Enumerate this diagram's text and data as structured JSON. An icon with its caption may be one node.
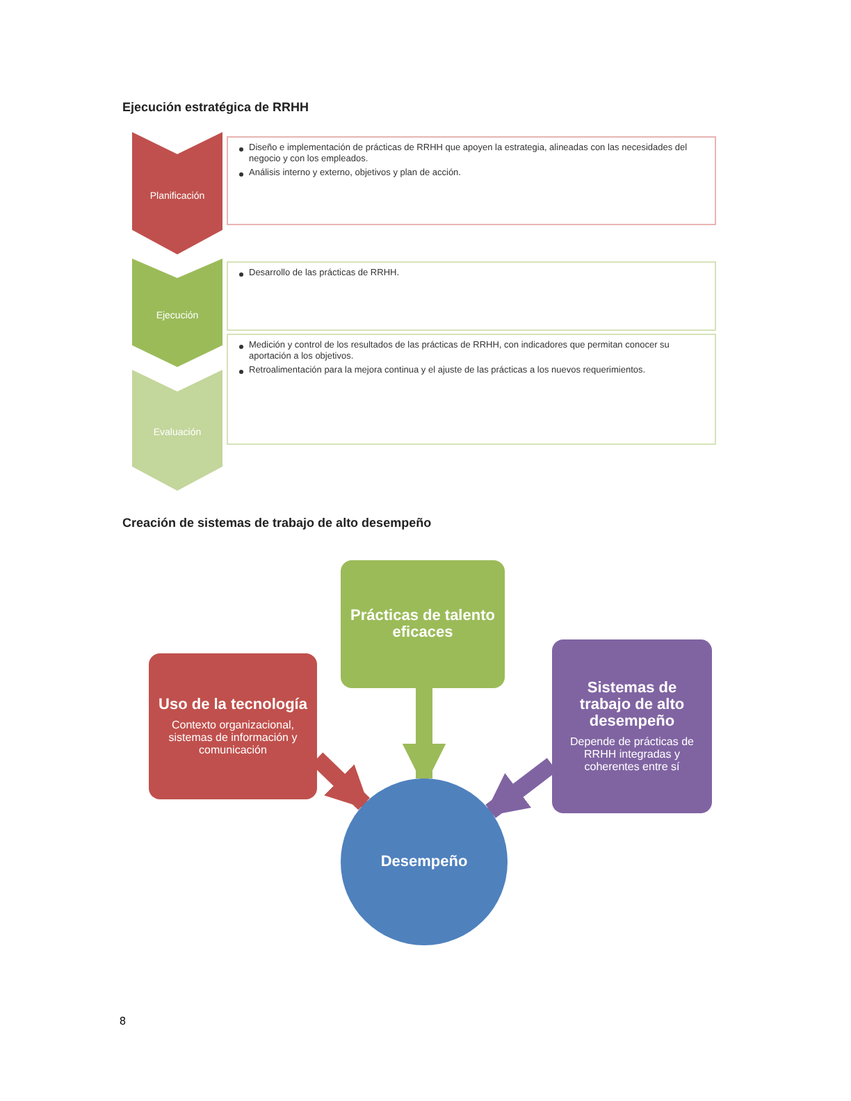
{
  "diagram": {
    "title": "Ejecución estratégica de RRHH",
    "nodes": [
      {
        "text": [
          "Planificación"
        ]
      },
      {
        "text": [
          "Diseño e implementación de prácticas de RRHH que apoyen la estrategia, alineadas con las necesidades del negocio y con los empleados.",
          "Análisis interno y externo, objetivos y plan de acción."
        ]
      },
      {
        "text": [
          "Ejecución"
        ]
      },
      {
        "text": [
          "Desarrollo de las prácticas de RRHH."
        ]
      },
      {
        "text": [
          "Evaluación"
        ]
      },
      {
        "text": [
          "Medición y control de los resultados de las prácticas de RRHH, con indicadores que permitan conocer su aportación a los objetivos.",
          "Retroalimentación para la mejora continua y el ajuste de las prácticas a los nuevos requerimientos."
        ]
      },
      {
        "text": [
          "Prácticas de talento eficaces"
        ]
      },
      {
        "text": [
          "Uso de la tecnología",
          "Contexto organizacional, sistemas de información y comunicación"
        ]
      },
      {
        "text": [
          "Sistemas de trabajo de alto desempeño",
          "Depende de prácticas de RRHH integradas y coherentes entre sí"
        ]
      },
      {
        "text": [
          "Desempeño"
        ]
      }
    ],
    "edges": [
      {
        "from": 6,
        "to": 9,
        "arrow": "to",
        "color": "#9bbb59"
      },
      {
        "from": 7,
        "to": 9,
        "arrow": "to",
        "color": "#c0504d"
      },
      {
        "from": 8,
        "to": 9,
        "arrow": "to",
        "color": "#8064a2"
      }
    ],
    "labels": [
      "Creación de sistemas de trabajo de alto desempeño",
      "8"
    ]
  }
}
